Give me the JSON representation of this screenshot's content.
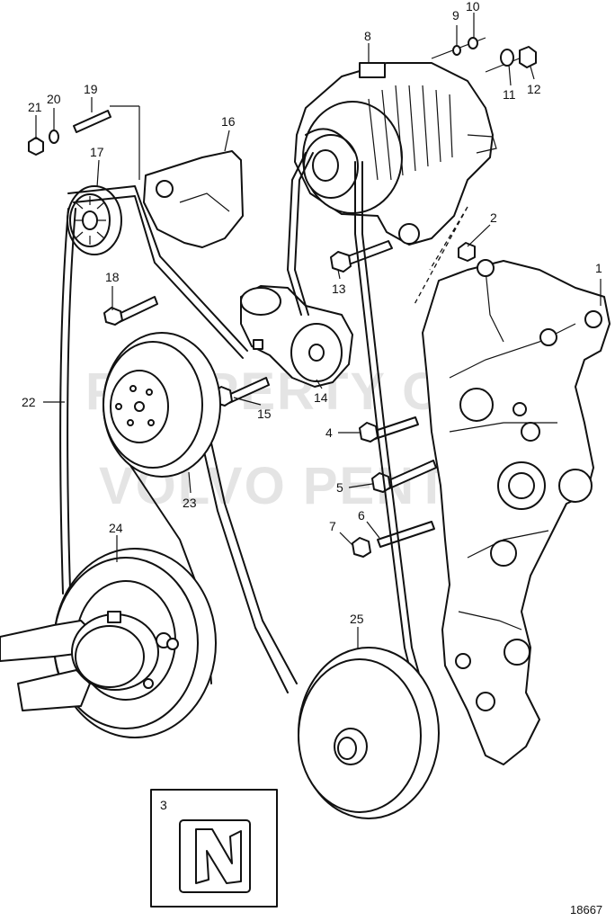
{
  "watermark": {
    "line1": "PROPERTY OF",
    "line2": "VOLVO PENTA"
  },
  "figure_number": "18667",
  "inset_label": "3",
  "callouts": [
    {
      "id": "c1",
      "text": "1"
    },
    {
      "id": "c2",
      "text": "2"
    },
    {
      "id": "c3",
      "text": "3"
    },
    {
      "id": "c4",
      "text": "4"
    },
    {
      "id": "c5",
      "text": "5"
    },
    {
      "id": "c6",
      "text": "6"
    },
    {
      "id": "c7",
      "text": "7"
    },
    {
      "id": "c8",
      "text": "8"
    },
    {
      "id": "c9",
      "text": "9"
    },
    {
      "id": "c10",
      "text": "10"
    },
    {
      "id": "c11",
      "text": "11"
    },
    {
      "id": "c12",
      "text": "12"
    },
    {
      "id": "c13",
      "text": "13"
    },
    {
      "id": "c14",
      "text": "14"
    },
    {
      "id": "c15",
      "text": "15"
    },
    {
      "id": "c16",
      "text": "16"
    },
    {
      "id": "c17",
      "text": "17"
    },
    {
      "id": "c18",
      "text": "18"
    },
    {
      "id": "c19",
      "text": "19"
    },
    {
      "id": "c20",
      "text": "20"
    },
    {
      "id": "c21",
      "text": "21"
    },
    {
      "id": "c22",
      "text": "22"
    },
    {
      "id": "c23",
      "text": "23"
    },
    {
      "id": "c24",
      "text": "24"
    },
    {
      "id": "c25",
      "text": "25"
    }
  ]
}
